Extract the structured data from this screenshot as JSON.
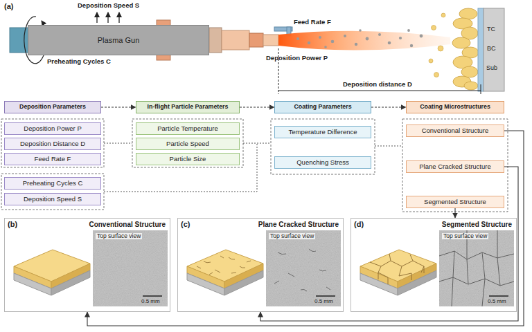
{
  "diagram": {
    "nodes": [
      {
        "text": [
          "Plasma Gun"
        ]
      },
      {
        "text": [
          "Deposition Parameters"
        ]
      },
      {
        "text": [
          "In-flight Particle Parameters"
        ]
      },
      {
        "text": [
          "Coating Parameters"
        ]
      },
      {
        "text": [
          "Coating Microstructures"
        ]
      },
      {
        "text": [
          "Deposition Power P"
        ]
      },
      {
        "text": [
          "Deposition Distance D"
        ]
      },
      {
        "text": [
          "Feed Rate F"
        ]
      },
      {
        "text": [
          "Preheating Cycles C"
        ]
      },
      {
        "text": [
          "Deposition Speed S"
        ]
      },
      {
        "text": [
          "Particle Temperature"
        ]
      },
      {
        "text": [
          "Particle Speed"
        ]
      },
      {
        "text": [
          "Particle Size"
        ]
      },
      {
        "text": [
          "Temperature Difference"
        ]
      },
      {
        "text": [
          "Quenching Stress"
        ]
      },
      {
        "text": [
          "Conventional Structure"
        ]
      },
      {
        "text": [
          "Plane Cracked Structure"
        ]
      },
      {
        "text": [
          "Segmented Structure"
        ]
      },
      {
        "text": [
          "(b)",
          "Conventional Structure",
          "Top surface view",
          "0.5 mm"
        ]
      },
      {
        "text": [
          "(c)",
          "Plane Cracked Structure",
          "Top surface view",
          "0.5 mm"
        ]
      },
      {
        "text": [
          "(d)",
          "Segmented Structure",
          "Top surface view",
          "0.5 mm"
        ]
      }
    ],
    "edges": [
      {
        "from": 1,
        "to": 2,
        "arrow": "to"
      },
      {
        "from": 2,
        "to": 3,
        "arrow": "to"
      },
      {
        "from": 3,
        "to": 4,
        "arrow": "to"
      },
      {
        "from": 15,
        "to": 18,
        "arrow": "to"
      },
      {
        "from": 16,
        "to": 19,
        "arrow": "to"
      },
      {
        "from": 17,
        "to": 20,
        "arrow": "to"
      }
    ],
    "labels": [
      "(a)",
      "Deposition Speed S",
      "Preheating Cycles C",
      "Feed Rate F",
      "Deposition Power P",
      "Deposition distance D",
      "TC",
      "BC",
      "Sub"
    ]
  }
}
